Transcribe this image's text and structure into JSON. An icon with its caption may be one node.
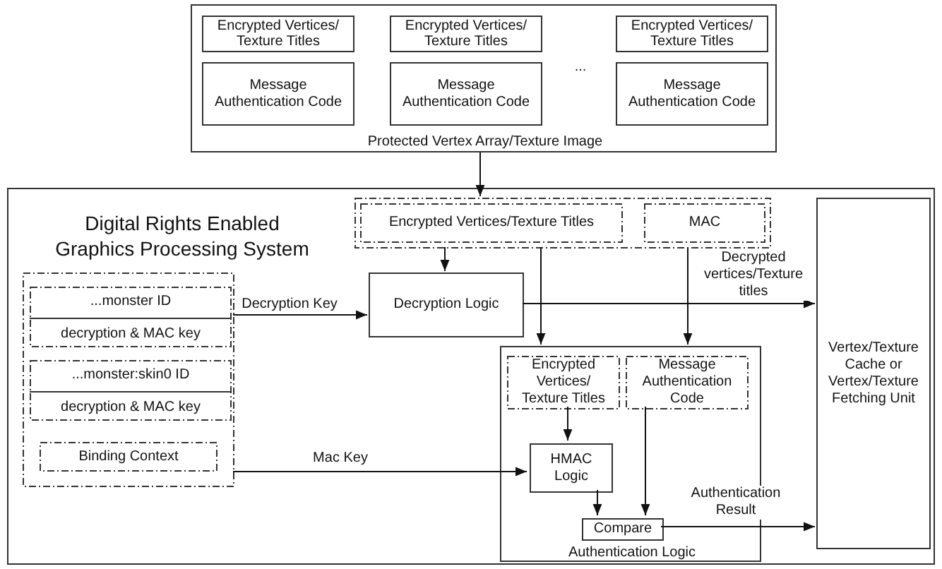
{
  "diagram": {
    "nodes": [
      {
        "text": [
          "Protected Vertex Array/Texture Image"
        ]
      },
      {
        "text": [
          "Encrypted Vertices/ Texture Titles"
        ],
        "in": 0
      },
      {
        "text": [
          "Message Authentication Code"
        ],
        "in": 0
      },
      {
        "text": [
          "Encrypted Vertices/ Texture Titles"
        ],
        "in": 0
      },
      {
        "text": [
          "Message Authentication Code"
        ],
        "in": 0
      },
      {
        "text": [
          "Encrypted Vertices/ Texture Titles"
        ],
        "in": 0
      },
      {
        "text": [
          "Message Authentication Code"
        ],
        "in": 0
      },
      {
        "text": [
          "Digital Rights Enabled Graphics Processing System"
        ]
      },
      {
        "text": [],
        "shape": "box",
        "in": 7
      },
      {
        "text": [
          "Encrypted Vertices/Texture Titles"
        ],
        "in": 8
      },
      {
        "text": [
          "MAC"
        ],
        "in": 8
      },
      {
        "text": [
          "Decryption Logic"
        ],
        "in": 7
      },
      {
        "text": [],
        "shape": "box",
        "in": 7
      },
      {
        "text": [
          "...monster ID",
          "decryption & MAC key"
        ],
        "in": 12
      },
      {
        "text": [
          "...monster:skin0 ID",
          "decryption & MAC key"
        ],
        "in": 12
      },
      {
        "text": [
          "Binding Context"
        ],
        "in": 12
      },
      {
        "text": [
          "Vertex/Texture Cache or Vertex/Texture Fetching Unit"
        ],
        "in": 7
      },
      {
        "text": [
          "Authentication Logic"
        ],
        "in": 7
      },
      {
        "text": [
          "Encrypted Vertices/ Texture Titles"
        ],
        "in": 17
      },
      {
        "text": [
          "Message Authentication Code"
        ],
        "in": 17
      },
      {
        "text": [
          "HMAC Logic"
        ],
        "in": 17
      },
      {
        "text": [
          "Compare"
        ],
        "in": 17
      }
    ],
    "edges": [
      {
        "from": 0,
        "to": 8,
        "arrow": "to"
      },
      {
        "from": 8,
        "to": 11,
        "arrow": "to"
      },
      {
        "from": 8,
        "to": 17,
        "arrow": "to"
      },
      {
        "from": 8,
        "to": 17,
        "arrow": "to"
      },
      {
        "from": 12,
        "to": 11,
        "arrow": "to",
        "label": "Decryption Key"
      },
      {
        "from": 11,
        "to": 16,
        "arrow": "to",
        "label": "Decrypted vertices/Texture titles"
      },
      {
        "from": 12,
        "to": 20,
        "arrow": "to",
        "label": "Mac Key"
      },
      {
        "from": 18,
        "to": 20,
        "arrow": "to"
      },
      {
        "from": 20,
        "to": 21,
        "arrow": "to"
      },
      {
        "from": 19,
        "to": 21,
        "arrow": "to"
      },
      {
        "from": 21,
        "to": 16,
        "arrow": "to",
        "label": "Authentication Result"
      }
    ],
    "labels": [
      "..."
    ]
  }
}
